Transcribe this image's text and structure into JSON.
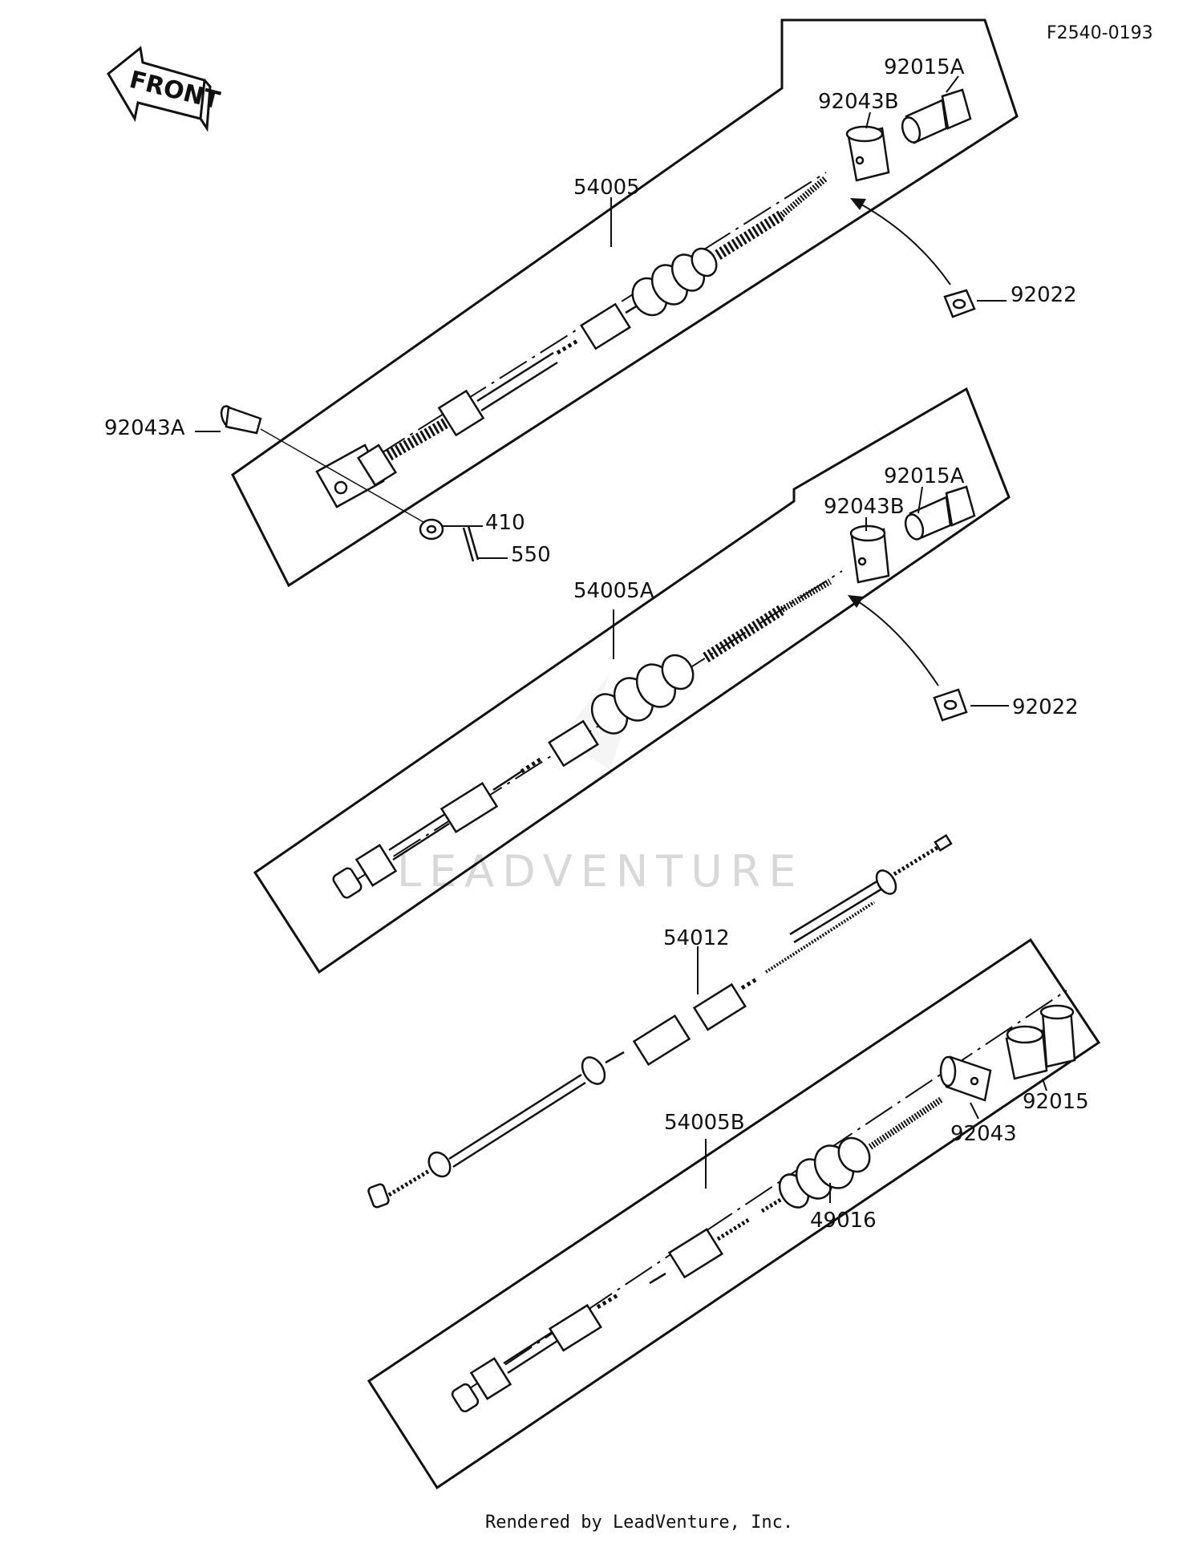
{
  "figure_code": "F2540-0193",
  "front_label": "FRONT",
  "watermark": "LEADVENTURE",
  "footer": "Rendered by LeadVenture, Inc.",
  "callouts": {
    "c1": "92015A",
    "c2": "92043B",
    "c3": "54005",
    "c4": "92022",
    "c5": "92043A",
    "c6": "410",
    "c7": "550",
    "c8": "92015A",
    "c9": "92043B",
    "c10": "54005A",
    "c11": "92022",
    "c12": "54012",
    "c13": "92015",
    "c14": "92043",
    "c15": "54005B",
    "c16": "49016"
  }
}
